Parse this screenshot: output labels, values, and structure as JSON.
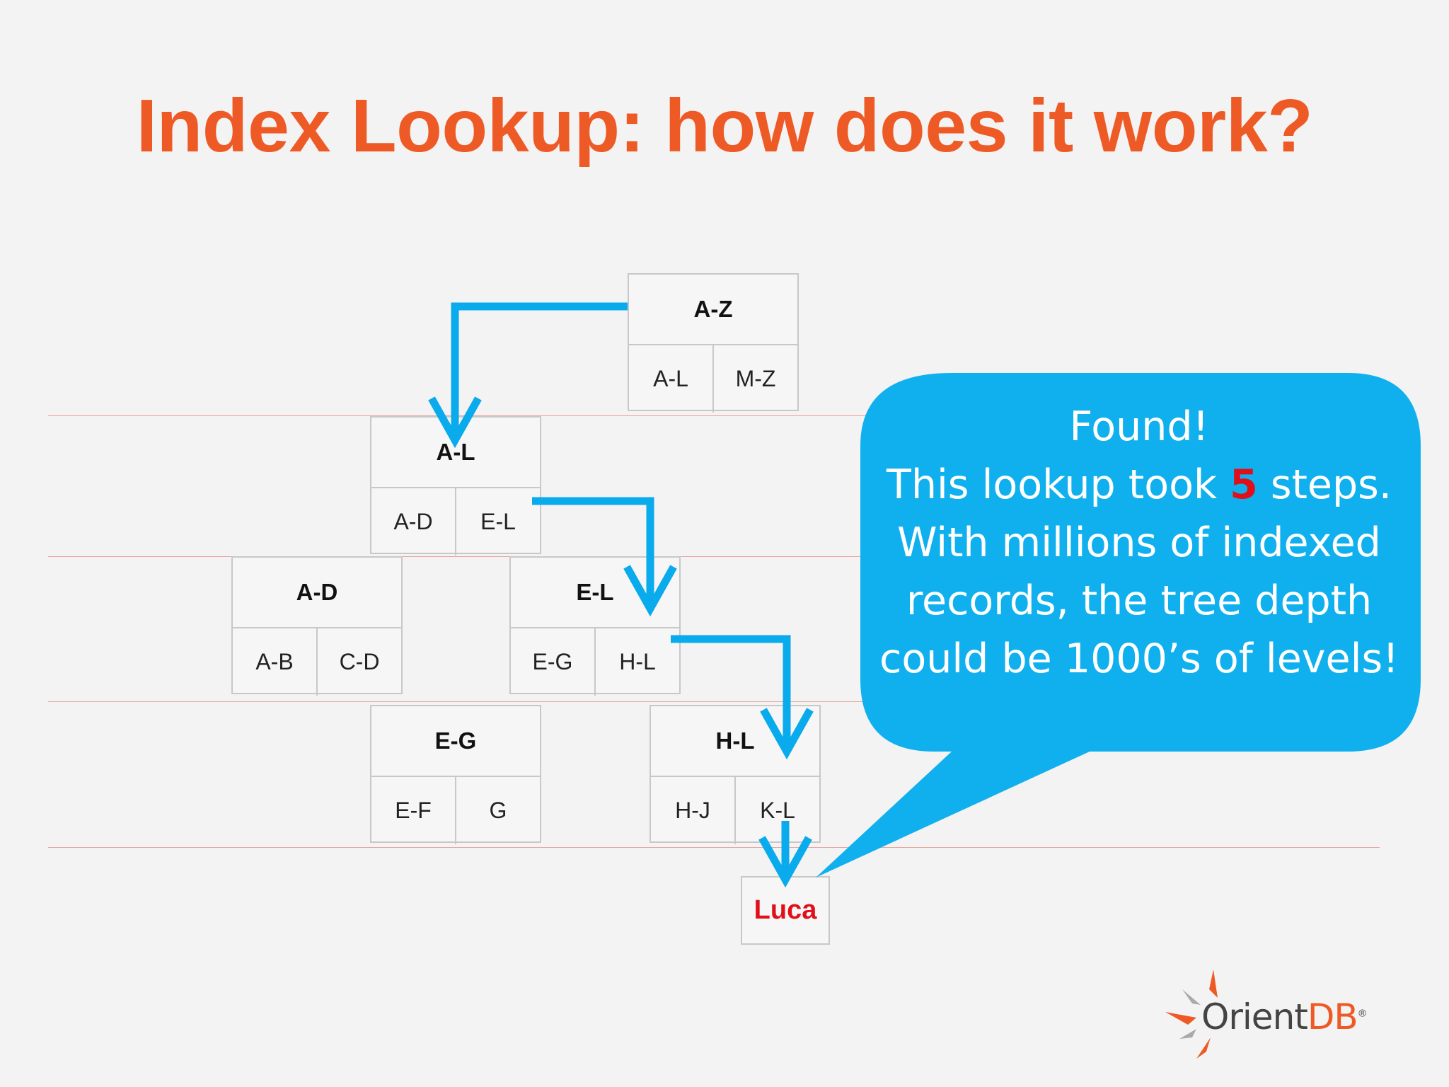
{
  "title": "Index Lookup: how does it work?",
  "nodes": {
    "az": {
      "head": "A-Z",
      "left": "A-L",
      "right": "M-Z"
    },
    "al": {
      "head": "A-L",
      "left": "A-D",
      "right": "E-L"
    },
    "ad": {
      "head": "A-D",
      "left": "A-B",
      "right": "C-D"
    },
    "el": {
      "head": "E-L",
      "left": "E-G",
      "right": "H-L"
    },
    "eg": {
      "head": "E-G",
      "left": "E-F",
      "right": "G"
    },
    "hl": {
      "head": "H-L",
      "left": "H-J",
      "right": "K-L"
    }
  },
  "leaf": "Luca",
  "bubble": {
    "line1": "Found!",
    "line2_pre": "This lookup took ",
    "line2_num": "5",
    "line2_post": " steps.",
    "line3": "With millions of indexed",
    "line4": "records, the tree depth",
    "line5": "could be 1000’s of levels!"
  },
  "logo": {
    "orient": "Orient",
    "db": "DB",
    "mark": "®"
  },
  "colors": {
    "title": "#ee5a25",
    "arrow": "#0aabec",
    "bubble": "#10b0ee",
    "highlight": "#e0101b"
  }
}
